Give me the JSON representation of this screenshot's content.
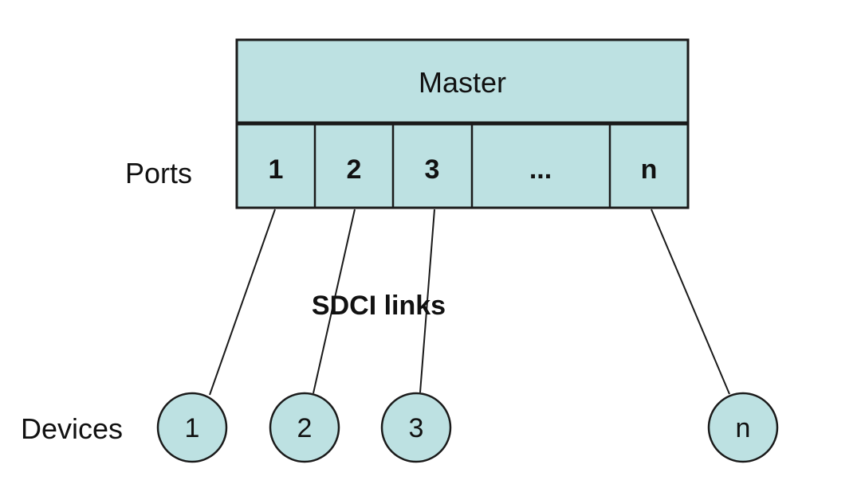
{
  "master": {
    "label": "Master"
  },
  "ports_label": "Ports",
  "devices_label": "Devices",
  "links_label": "SDCI links",
  "ports": [
    {
      "label": "1"
    },
    {
      "label": "2"
    },
    {
      "label": "3"
    },
    {
      "label": "..."
    },
    {
      "label": "n"
    }
  ],
  "devices": [
    {
      "label": "1"
    },
    {
      "label": "2"
    },
    {
      "label": "3"
    },
    {
      "label": "n"
    }
  ],
  "colors": {
    "fill": "#bde1e2",
    "stroke": "#1a1a1a"
  }
}
